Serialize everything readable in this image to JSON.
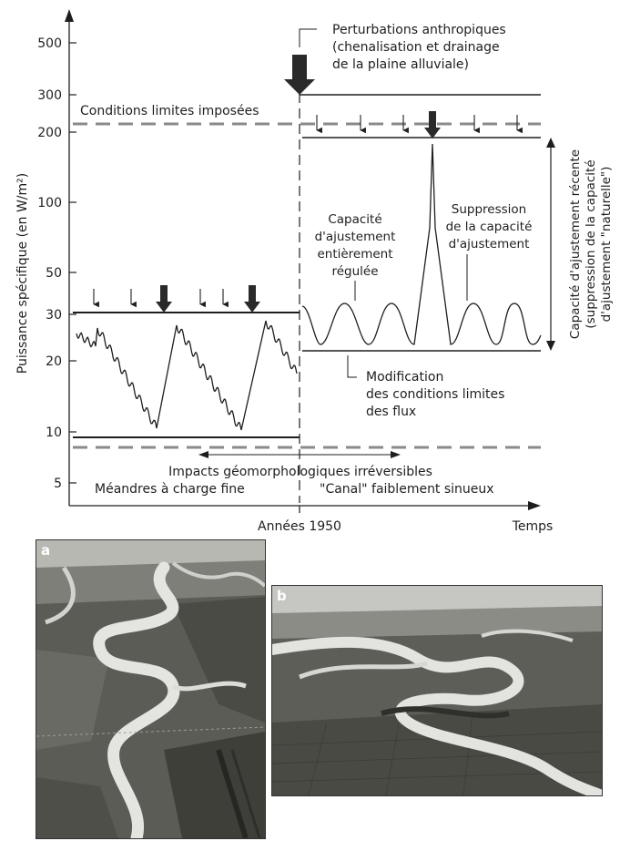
{
  "diagram": {
    "y_axis_label": "Puissance spécifique (en W/m²)",
    "y_ticks": [
      "500",
      "300",
      "200",
      "100",
      "50",
      "30",
      "20",
      "10",
      "5"
    ],
    "x_tick_center": "Années 1950",
    "x_axis_end_label": "Temps",
    "annotations": {
      "perturbations_line1": "Perturbations anthropiques",
      "perturbations_line2": "(chenalisation et drainage",
      "perturbations_line3": "de la plaine alluviale)",
      "conditions_limites": "Conditions limites imposées",
      "capacite_line1": "Capacité",
      "capacite_line2": "d'ajustement",
      "capacite_line3": "entièrement",
      "capacite_line4": "régulée",
      "suppression_line1": "Suppression",
      "suppression_line2": "de la capacité",
      "suppression_line3": "d'ajustement",
      "modification_line1": "Modification",
      "modification_line2": "des conditions limites",
      "modification_line3": "des flux",
      "impacts": "Impacts géomorphologiques irréversibles",
      "meandres": "Méandres à charge fine",
      "canal": "\"Canal\" faiblement sinueux",
      "right_vertical_line1": "Capacité d'ajustement récente",
      "right_vertical_line2": "(suppression de la capacité",
      "right_vertical_line3": "d'ajustement \"naturelle\")"
    }
  },
  "photos": {
    "a_label": "a",
    "b_label": "b"
  },
  "colors": {
    "ink": "#1e1e1e",
    "dashed": "#8a8a8a",
    "water": "#e6e6e4",
    "land_dark": "#4a4a46",
    "land_mid": "#6e6e68",
    "sky": "#c9c9c5"
  }
}
